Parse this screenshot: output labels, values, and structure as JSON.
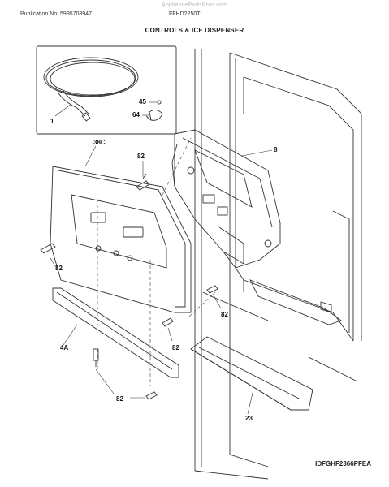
{
  "header": {
    "publication": "Publication No: 5995708947",
    "model": "FFHD2250T",
    "watermark": "AppliancePartsPros.com"
  },
  "title": "CONTROLS & ICE DISPENSER",
  "callouts": {
    "c1": "1",
    "c45": "45",
    "c64": "64",
    "c38c": "38C",
    "c82a": "82",
    "c8": "8",
    "c82b": "82",
    "c82c": "82",
    "c4a": "4A",
    "c82d": "82",
    "c82e": "82",
    "c23": "23"
  },
  "footer": {
    "code": "IDFGHF2366PFEA"
  }
}
